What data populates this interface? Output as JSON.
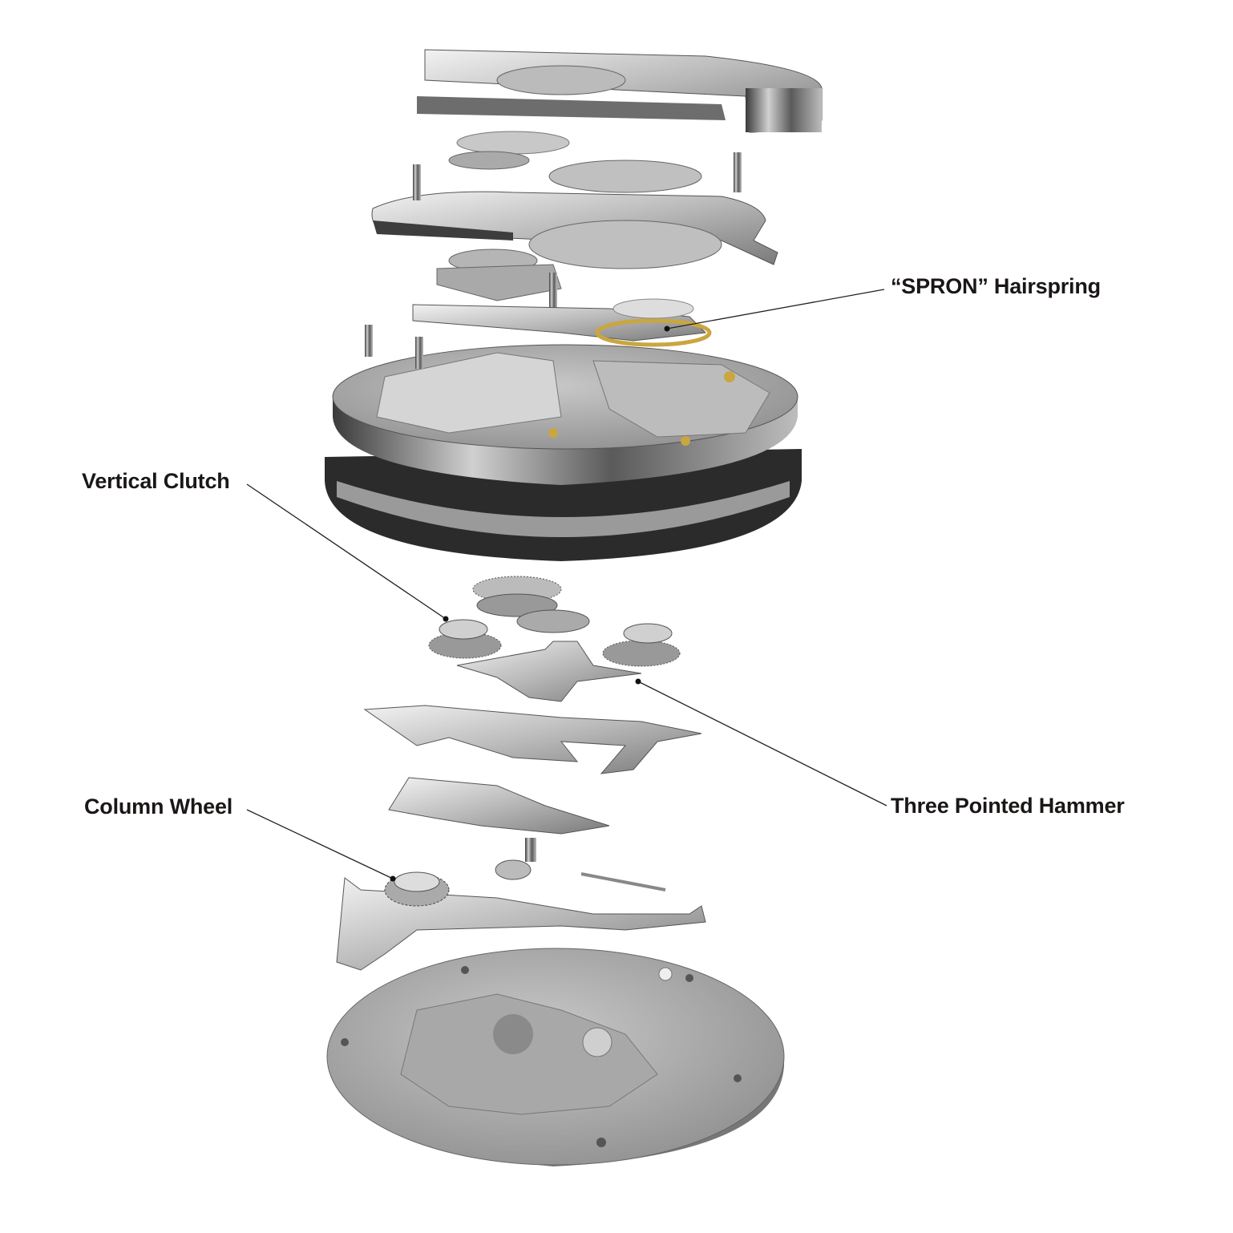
{
  "labels": {
    "hairspring": "“SPRON” Hairspring",
    "vertical_clutch": "Vertical Clutch",
    "column_wheel": "Column Wheel",
    "three_pointed_hammer": "Three Pointed Hammer"
  },
  "colors": {
    "metal_light": "#d9d9d9",
    "metal_mid": "#a8a8a8",
    "metal_dark": "#4a4a4a",
    "gold": "#c9a640",
    "leader": "#222222"
  }
}
